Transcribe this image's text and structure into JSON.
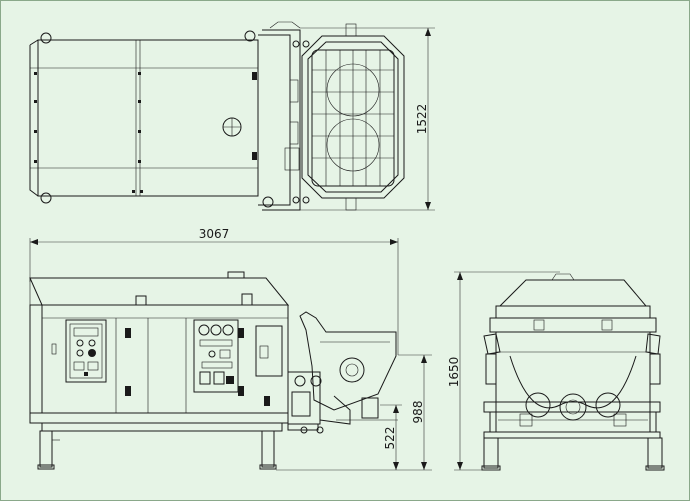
{
  "dimensions": {
    "top_width": "1522",
    "overall_length": "3067",
    "overall_height": "1650",
    "hopper_height": "988",
    "outlet_height": "522"
  },
  "colors": {
    "background": "#e6f4e6",
    "line": "#1a1a1a",
    "border": "#8aa88a"
  }
}
